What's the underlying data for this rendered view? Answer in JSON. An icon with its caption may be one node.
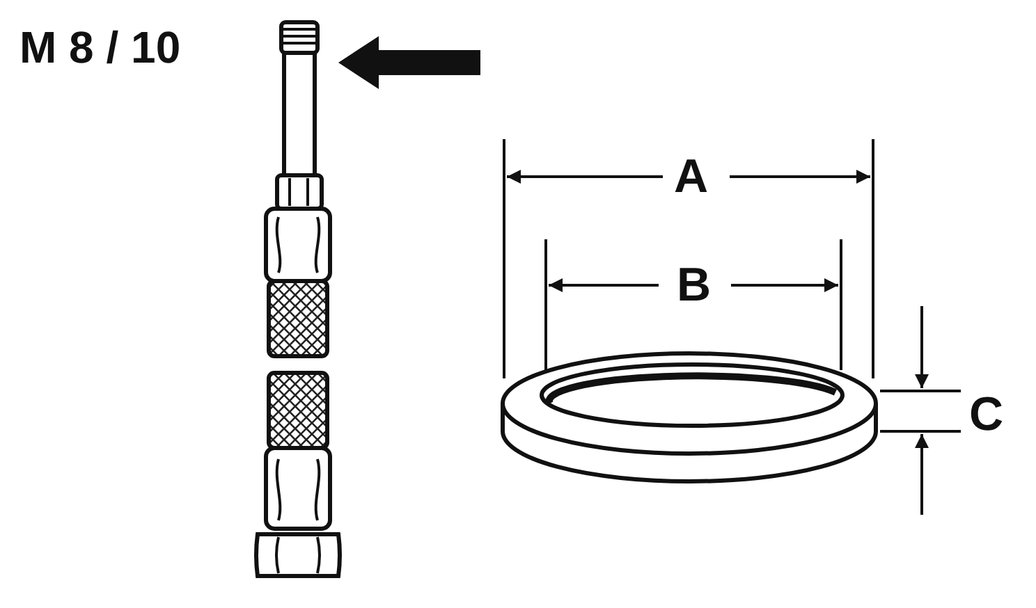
{
  "diagram": {
    "labels": [
      "M 8 / 10",
      "A",
      "B",
      "C"
    ]
  }
}
